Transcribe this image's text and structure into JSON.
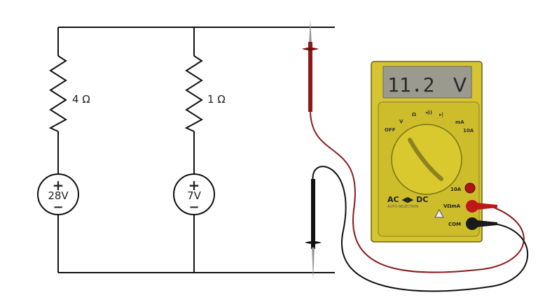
{
  "circuit": {
    "resistors": [
      {
        "label": "4 Ω"
      },
      {
        "label": "1 Ω"
      }
    ],
    "sources": [
      {
        "label": "28V",
        "plus": "+",
        "minus": "−"
      },
      {
        "label": "7V",
        "plus": "+",
        "minus": "−"
      }
    ]
  },
  "multimeter": {
    "reading": "11.2",
    "unit": "V",
    "dial_labels": {
      "off": "OFF",
      "volts": "V",
      "ohms": "Ω",
      "continuity": "◂))",
      "diode": "▸|",
      "ma": "mA",
      "ten_a": "10A"
    },
    "mode_label": "AC ◀▶ DC",
    "auto_label": "AUTO-SELECTION",
    "jack_labels": {
      "ten_a": "10A",
      "vohm": "VΩmA",
      "com": "COM"
    },
    "colors": {
      "body": "#d9c832",
      "display": "#9a9a8e",
      "red_lead": "#8b1a1a",
      "black_lead": "#111111"
    }
  }
}
